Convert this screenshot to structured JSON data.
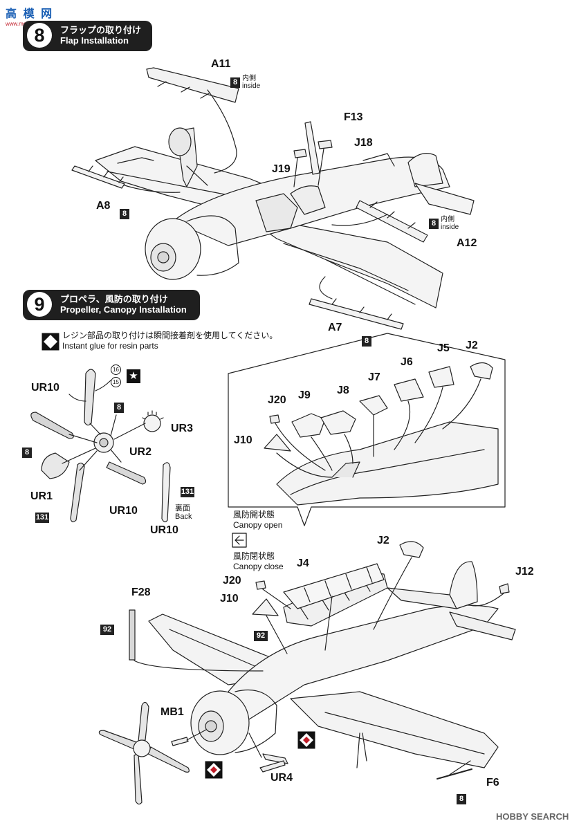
{
  "watermark": {
    "top": "高 模 网",
    "url": "www.moxing.net"
  },
  "step8": {
    "number": "8",
    "title_jp": "フラップの取り付け",
    "title_en": "Flap Installation"
  },
  "step9": {
    "number": "9",
    "title_jp": "プロペラ、風防の取り付け",
    "title_en": "Propeller, Canopy Installation"
  },
  "glue_note": {
    "jp": "レジン部品の取り付けは瞬間接着剤を使用してください。",
    "en": "Instant glue for resin parts"
  },
  "labels": {
    "A11": "A11",
    "F13": "F13",
    "J18": "J18",
    "J19": "J19",
    "A8": "A8",
    "A12": "A12",
    "A7": "A7",
    "UR10_a": "UR10",
    "UR3": "UR3",
    "UR2": "UR2",
    "UR1": "UR1",
    "UR10_b": "UR10",
    "UR10_c": "UR10",
    "J2_a": "J2",
    "J5": "J5",
    "J6": "J6",
    "J7": "J7",
    "J8": "J8",
    "J9": "J9",
    "J20_a": "J20",
    "J10_a": "J10",
    "J2_b": "J2",
    "J12": "J12",
    "J4": "J4",
    "J20_b": "J20",
    "J10_b": "J10",
    "F28": "F28",
    "MB1": "MB1",
    "UR4": "UR4",
    "F6": "F6"
  },
  "badges": {
    "b8": "8",
    "b131": "131",
    "b92": "92",
    "c15": "15",
    "c16": "16"
  },
  "inside": {
    "jp": "内側",
    "en": "inside"
  },
  "back": {
    "jp": "裏面",
    "en": "Back"
  },
  "canopy_open": {
    "jp": "風防開状態",
    "en": "Canopy open"
  },
  "canopy_close": {
    "jp": "風防閉状態",
    "en": "Canopy close"
  },
  "brand": "HOBBY SEARCH"
}
